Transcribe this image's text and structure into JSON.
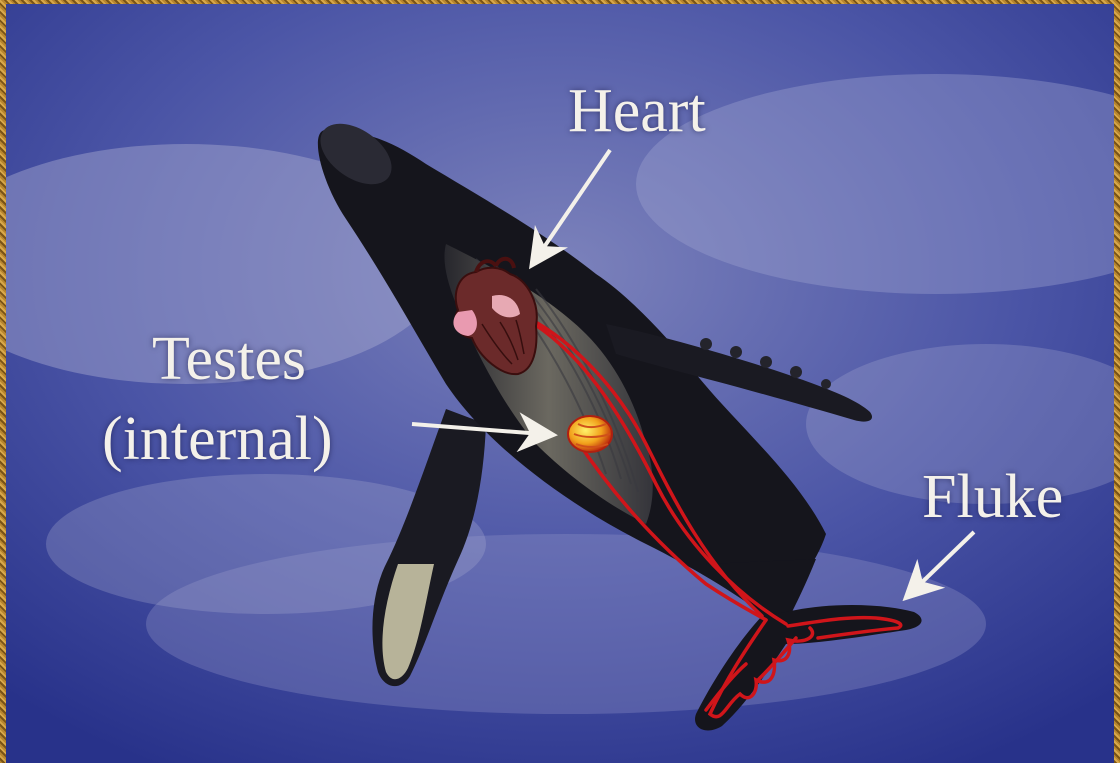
{
  "labels": {
    "heart": "Heart",
    "testes_line1": "Testes",
    "testes_line2": "(internal)",
    "fluke": "Fluke"
  },
  "colors": {
    "sky_dark": "#2c3a8c",
    "sky_light": "#8a92c4",
    "whale_body": "#15151c",
    "whale_belly": "#6f6d66",
    "blood_vessel": "#d0151a",
    "heart": "#6b2a2a",
    "testes": "#f0a020",
    "text": "#f4f1ea",
    "frame": "#b8862e"
  },
  "icons": {
    "heart": "heart-icon",
    "testes": "testes-icon",
    "arrow": "arrow-icon"
  }
}
